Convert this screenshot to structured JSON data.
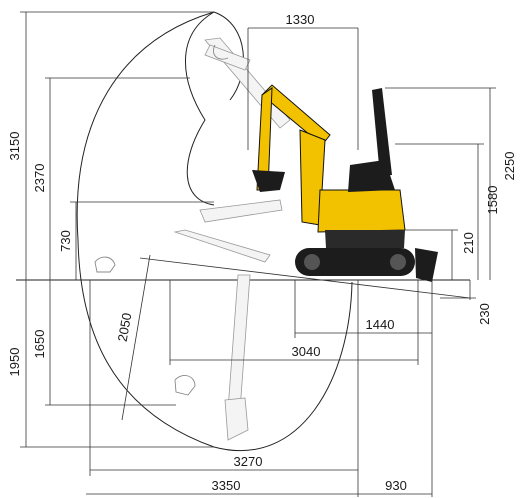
{
  "colors": {
    "machine_yellow": "#f2c100",
    "machine_dark": "#1c1c1c",
    "line": "#222222",
    "ghost": "#8a8a8a"
  },
  "dimensions": {
    "top_width": "1330",
    "max_reach_height": "3150",
    "dump_height": "2370",
    "height_730": "730",
    "cab_height": "2250",
    "height_1580": "1580",
    "ground_clearance": "210",
    "blade_depth": "230",
    "dig_depth": "1950",
    "depth_1650": "1650",
    "vertical_wall_depth": "2050",
    "width_1440": "1440",
    "width_3040": "3040",
    "width_3270": "3270",
    "max_reach": "3350",
    "tail_930": "930"
  }
}
